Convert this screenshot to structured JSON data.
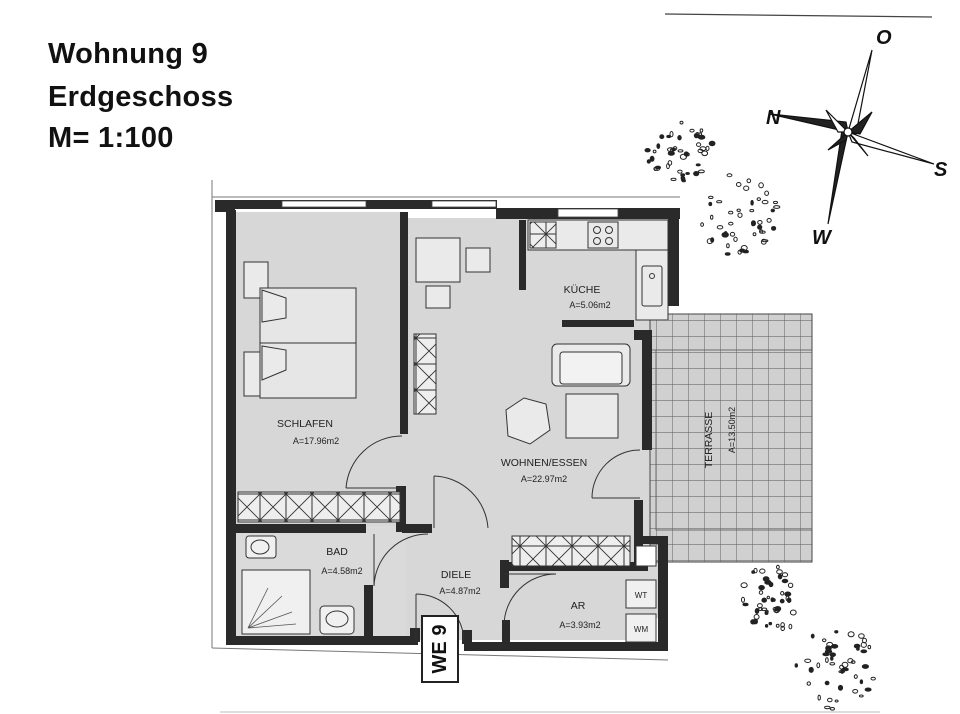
{
  "header": {
    "title_line1": "Wohnung 9",
    "title_line2": "Erdgeschoss",
    "scale": "M= 1:100"
  },
  "compass": {
    "north": "O",
    "west": "N",
    "south": "S",
    "east": "W"
  },
  "rooms": {
    "schlafen": {
      "name": "SCHLAFEN",
      "area": "A=17.96m2"
    },
    "kueche": {
      "name": "KÜCHE",
      "area": "A=5.06m2"
    },
    "wohnen": {
      "name": "WOHNEN/ESSEN",
      "area": "A=22.97m2"
    },
    "bad": {
      "name": "BAD",
      "area": "A=4.58m2"
    },
    "diele": {
      "name": "DIELE",
      "area": "A=4.87m2"
    },
    "ar": {
      "name": "AR",
      "area": "A=3.93m2"
    },
    "terrasse": {
      "name": "TERRASSE",
      "area": "A=13.50m2"
    }
  },
  "fixtures": {
    "wt": "WT",
    "wm": "WM"
  },
  "entrance": "WE 9",
  "colors": {
    "wall": "#2a2a2a",
    "floor": "#d7d7d7",
    "terrace": "#cfcfcf",
    "line": "#333333"
  }
}
